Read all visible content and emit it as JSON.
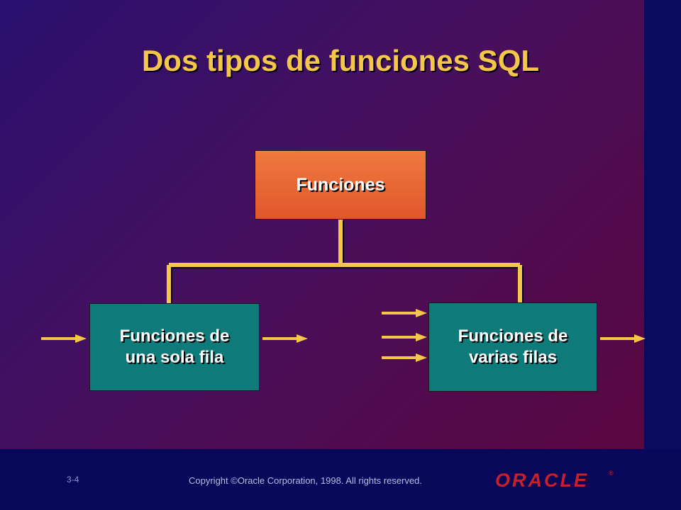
{
  "title": "Dos tipos de funciones SQL",
  "diagram": {
    "root": "Funciones",
    "children": [
      {
        "label": "Funciones de\nuna sola fila"
      },
      {
        "label": "Funciones de\nvarias filas"
      }
    ]
  },
  "footer": {
    "page": "3-4",
    "copyright": "Copyright ©Oracle Corporation, 1998. All rights reserved.",
    "logo": "ORACLE",
    "registered": "®"
  },
  "colors": {
    "title": "#f5c64a",
    "root_box": "#e8602e",
    "child_box": "#0e7a7a",
    "connector": "#f5c64a"
  }
}
